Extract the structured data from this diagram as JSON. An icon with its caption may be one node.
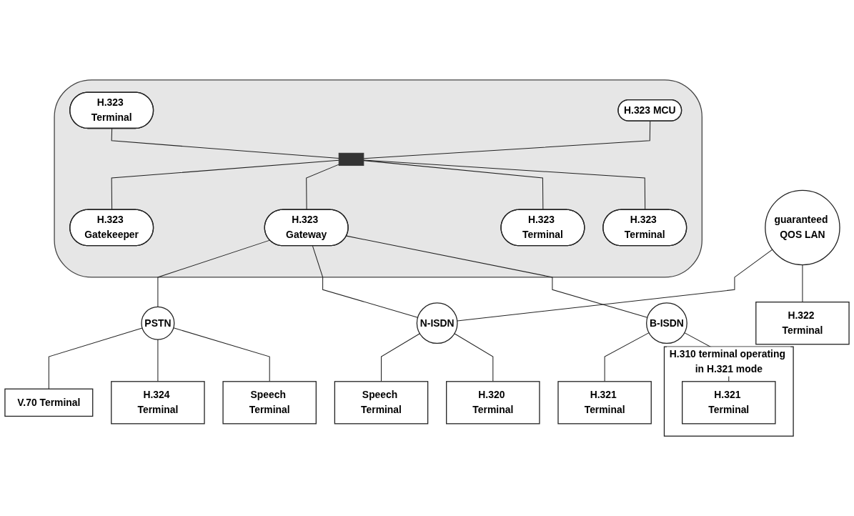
{
  "diagram": {
    "nodes": [
      {
        "text": [],
        "shape": "ellipse"
      },
      {
        "text": [
          "H.323 Terminal"
        ],
        "in": 0
      },
      {
        "text": [
          "H.323 MCU"
        ],
        "in": 0
      },
      {
        "text": [],
        "shape": "bar",
        "in": 0
      },
      {
        "text": [
          "H.323 Gatekeeper"
        ],
        "in": 0
      },
      {
        "text": [
          "H.323 Gateway"
        ],
        "in": 0
      },
      {
        "text": [
          "H.323 Terminal"
        ],
        "in": 0
      },
      {
        "text": [
          "H.323 Terminal"
        ],
        "in": 0
      },
      {
        "text": [
          "PSTN"
        ]
      },
      {
        "text": [
          "guaranteed QOS LAN"
        ]
      },
      {
        "text": [
          "N-ISDN"
        ]
      },
      {
        "text": [
          "B-ISDN"
        ]
      },
      {
        "text": [
          "V.70 Terminal"
        ]
      },
      {
        "text": [
          "H.324 Terminal"
        ]
      },
      {
        "text": [
          "Speech Terminal"
        ]
      },
      {
        "text": [
          "H.322 Terminal"
        ]
      },
      {
        "text": [
          "Speech Terminal"
        ]
      },
      {
        "text": [
          "H.320 Terminal"
        ]
      },
      {
        "text": [
          "H.321 Terminal"
        ]
      },
      {
        "text": [
          "H.310 terminal operating in H.321 mode"
        ]
      },
      {
        "text": [
          "H.321 Terminal"
        ],
        "in": 19
      }
    ],
    "edges": [
      {
        "from": 1,
        "to": 3,
        "arrow": "none"
      },
      {
        "from": 2,
        "to": 3,
        "arrow": "none"
      },
      {
        "from": 3,
        "to": 4,
        "arrow": "none"
      },
      {
        "from": 3,
        "to": 5,
        "arrow": "none"
      },
      {
        "from": 3,
        "to": 6,
        "arrow": "none"
      },
      {
        "from": 3,
        "to": 7,
        "arrow": "none"
      },
      {
        "from": 5,
        "to": 8,
        "arrow": "none"
      },
      {
        "from": 5,
        "to": 10,
        "arrow": "none"
      },
      {
        "from": 5,
        "to": 11,
        "arrow": "none"
      },
      {
        "from": 9,
        "to": 10,
        "arrow": "none"
      },
      {
        "from": 8,
        "to": 12,
        "arrow": "none"
      },
      {
        "from": 8,
        "to": 13,
        "arrow": "none"
      },
      {
        "from": 8,
        "to": 14,
        "arrow": "none"
      },
      {
        "from": 9,
        "to": 15,
        "arrow": "none"
      },
      {
        "from": 10,
        "to": 16,
        "arrow": "none"
      },
      {
        "from": 10,
        "to": 17,
        "arrow": "none"
      },
      {
        "from": 11,
        "to": 18,
        "arrow": "none"
      },
      {
        "from": 11,
        "to": 20,
        "arrow": "none"
      }
    ]
  }
}
